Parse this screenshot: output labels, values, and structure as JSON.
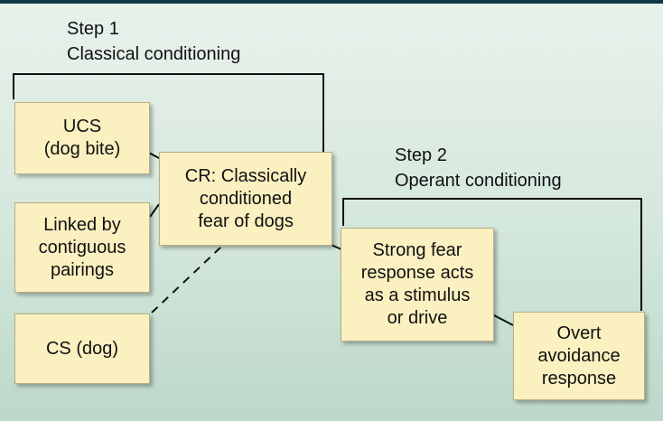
{
  "step1": {
    "title": "Step 1",
    "subtitle": "Classical conditioning"
  },
  "step2": {
    "title": "Step 2",
    "subtitle": "Operant conditioning"
  },
  "boxes": {
    "ucs": {
      "line1": "UCS",
      "line2": "(dog bite)"
    },
    "linked": {
      "line1": "Linked by",
      "line2": "contiguous",
      "line3": "pairings"
    },
    "cs": {
      "line1": "CS (dog)"
    },
    "cr": {
      "line1": "CR: Classically",
      "line2": "conditioned",
      "line3": "fear of dogs"
    },
    "fear": {
      "line1": "Strong fear",
      "line2": "response acts",
      "line3": "as a stimulus",
      "line4": "or drive"
    },
    "avoidance": {
      "line1": "Overt",
      "line2": "avoidance",
      "line3": "response"
    }
  },
  "colors": {
    "box_fill": "#fbf0c0",
    "line": "#111111",
    "background": "#d4e7dc",
    "top_bar": "#0e3b47"
  }
}
